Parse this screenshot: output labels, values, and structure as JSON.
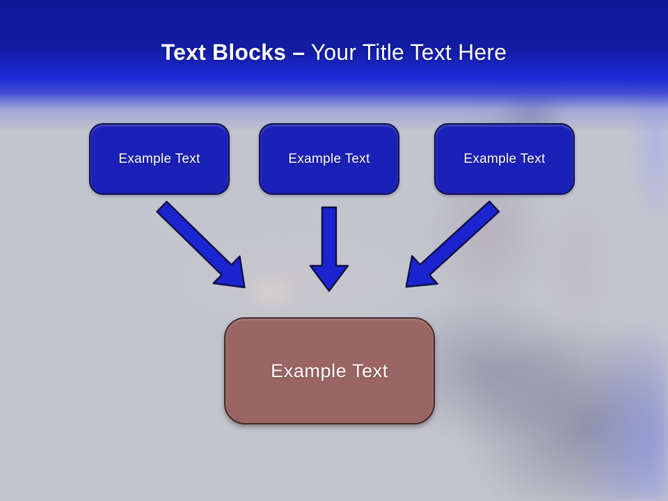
{
  "slide": {
    "title": {
      "bold": "Text Blocks",
      "dash": "–",
      "regular": "Your Title Text Here"
    },
    "top_blocks": [
      {
        "label": "Example Text"
      },
      {
        "label": "Example Text"
      },
      {
        "label": "Example Text"
      }
    ],
    "result_block": {
      "label": "Example Text"
    },
    "arrows": [
      {
        "icon": "arrow-down-right-icon"
      },
      {
        "icon": "arrow-down-icon"
      },
      {
        "icon": "arrow-down-left-icon"
      }
    ],
    "colors": {
      "header_top": "#101897",
      "header_mid": "#1d2ad6",
      "background": "#c3c5ce",
      "block_fill": "#1b20b8",
      "block_border": "#0c1047",
      "arrow_fill": "#1c24cf",
      "arrow_border": "#0c1047",
      "result_fill": "#9a6564",
      "result_border": "#402b29",
      "title_color": "#ffffff",
      "block_text": "#ffffff"
    }
  }
}
